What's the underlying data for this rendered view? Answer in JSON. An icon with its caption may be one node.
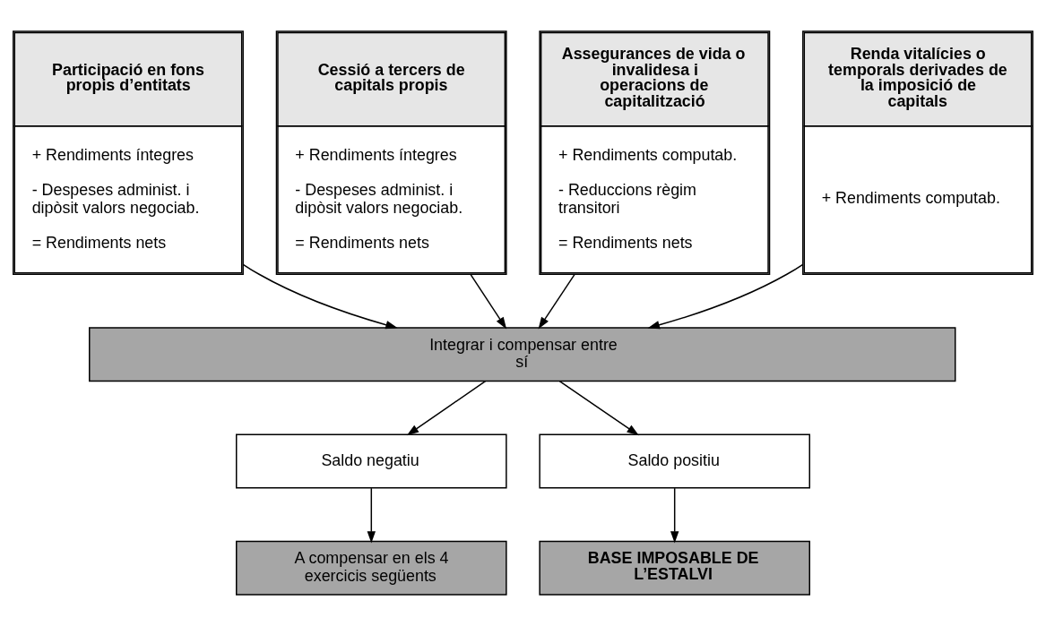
{
  "diagram": {
    "nodes": [
      {
        "text": [
          "Participació en fons propis d’entitats",
          "+ Rendiments íntegres",
          "- Despeses administ. i dipòsit valors negociab.",
          "= Rendiments nets"
        ]
      },
      {
        "text": [
          "Cessió a tercers de capitals propis",
          "+ Rendiments íntegres",
          "- Despeses administ. i dipòsit valors negociab.",
          "= Rendiments nets"
        ]
      },
      {
        "text": [
          "Assegurances de vida o invalidesa i operacions de capitalització",
          "+ Rendiments computab.",
          "- Reduccions règim transitori",
          "= Rendiments nets"
        ]
      },
      {
        "text": [
          "Renda vitalícies o temporals derivades de la imposició de capitals",
          "+ Rendiments computab."
        ]
      },
      {
        "text": [
          "Integrar i compensar entre sí"
        ]
      },
      {
        "text": [
          "Saldo negatiu"
        ]
      },
      {
        "text": [
          "Saldo positiu"
        ]
      },
      {
        "text": [
          "A compensar en els 4 exercicis següents"
        ]
      },
      {
        "text": [
          "BASE IMPOSABLE DE L’ESTALVI"
        ]
      }
    ],
    "edges": [
      {
        "from": 0,
        "to": 4,
        "arrow": "to"
      },
      {
        "from": 1,
        "to": 4,
        "arrow": "to"
      },
      {
        "from": 2,
        "to": 4,
        "arrow": "to"
      },
      {
        "from": 3,
        "to": 4,
        "arrow": "to"
      },
      {
        "from": 4,
        "to": 5,
        "arrow": "to"
      },
      {
        "from": 4,
        "to": 6,
        "arrow": "to"
      },
      {
        "from": 5,
        "to": 7,
        "arrow": "to"
      },
      {
        "from": 6,
        "to": 8,
        "arrow": "to"
      }
    ]
  }
}
